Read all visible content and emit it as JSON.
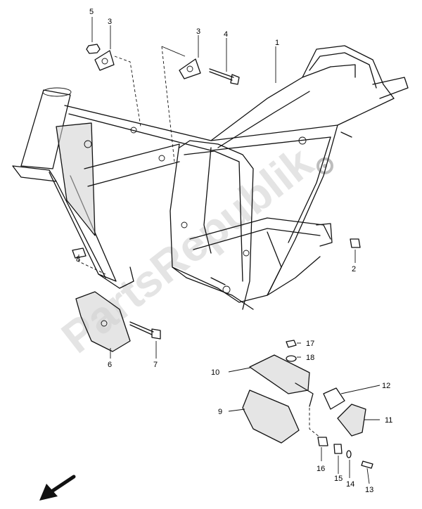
{
  "watermark": "PartsRepublik",
  "callouts": [
    "1",
    "2",
    "3",
    "3",
    "4",
    "5",
    "6",
    "7",
    "8",
    "9",
    "10",
    "11",
    "12",
    "13",
    "14",
    "15",
    "16",
    "17",
    "18"
  ]
}
